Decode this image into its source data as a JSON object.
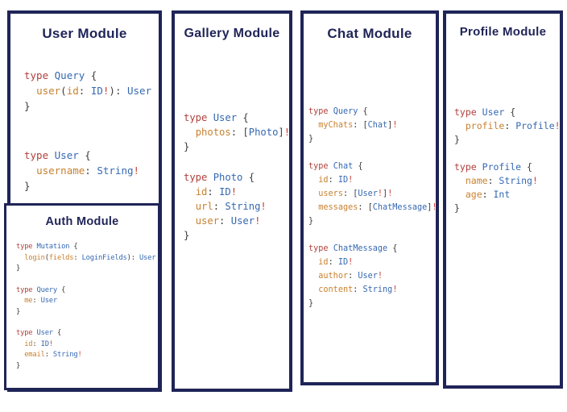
{
  "colors": {
    "navy": "#1f2457",
    "keyword": "#b0413c",
    "type": "#3568b2",
    "field": "#c8812f",
    "bang": "#c6403a",
    "punct": "#3c3c3c",
    "bg": "#ffffff"
  },
  "diagram": {
    "modules": [
      {
        "id": "user",
        "title": "User Module",
        "blocks": [
          [
            [
              [
                "k",
                "type"
              ],
              [
                "p",
                " "
              ],
              [
                "t",
                "Query"
              ],
              [
                "p",
                " {"
              ]
            ],
            [
              [
                "p",
                "  "
              ],
              [
                "f",
                "user"
              ],
              [
                "p",
                "("
              ],
              [
                "f",
                "id"
              ],
              [
                "p",
                ": "
              ],
              [
                "t",
                "ID"
              ],
              [
                "b",
                "!"
              ],
              [
                "p",
                "): "
              ],
              [
                "t",
                "User"
              ]
            ],
            [
              [
                "p",
                "}"
              ]
            ]
          ],
          [
            [
              [
                "k",
                "type"
              ],
              [
                "p",
                " "
              ],
              [
                "t",
                "User"
              ],
              [
                "p",
                " {"
              ]
            ],
            [
              [
                "p",
                "  "
              ],
              [
                "f",
                "username"
              ],
              [
                "p",
                ": "
              ],
              [
                "t",
                "String"
              ],
              [
                "b",
                "!"
              ]
            ],
            [
              [
                "p",
                "}"
              ]
            ]
          ]
        ]
      },
      {
        "id": "gallery",
        "title": "Gallery Module",
        "blocks": [
          [
            [
              [
                "k",
                "type"
              ],
              [
                "p",
                " "
              ],
              [
                "t",
                "User"
              ],
              [
                "p",
                " {"
              ]
            ],
            [
              [
                "p",
                "  "
              ],
              [
                "f",
                "photos"
              ],
              [
                "p",
                ": ["
              ],
              [
                "t",
                "Photo"
              ],
              [
                "p",
                "]"
              ],
              [
                "b",
                "!"
              ]
            ],
            [
              [
                "p",
                "}"
              ]
            ]
          ],
          [
            [
              [
                "k",
                "type"
              ],
              [
                "p",
                " "
              ],
              [
                "t",
                "Photo"
              ],
              [
                "p",
                " {"
              ]
            ],
            [
              [
                "p",
                "  "
              ],
              [
                "f",
                "id"
              ],
              [
                "p",
                ": "
              ],
              [
                "t",
                "ID"
              ],
              [
                "b",
                "!"
              ]
            ],
            [
              [
                "p",
                "  "
              ],
              [
                "f",
                "url"
              ],
              [
                "p",
                ": "
              ],
              [
                "t",
                "String"
              ],
              [
                "b",
                "!"
              ]
            ],
            [
              [
                "p",
                "  "
              ],
              [
                "f",
                "user"
              ],
              [
                "p",
                ": "
              ],
              [
                "t",
                "User"
              ],
              [
                "b",
                "!"
              ]
            ],
            [
              [
                "p",
                "}"
              ]
            ]
          ]
        ]
      },
      {
        "id": "chat",
        "title": "Chat Module",
        "blocks": [
          [
            [
              [
                "k",
                "type"
              ],
              [
                "p",
                " "
              ],
              [
                "t",
                "Query"
              ],
              [
                "p",
                " {"
              ]
            ],
            [
              [
                "p",
                "  "
              ],
              [
                "f",
                "myChats"
              ],
              [
                "p",
                ": ["
              ],
              [
                "t",
                "Chat"
              ],
              [
                "p",
                "]"
              ],
              [
                "b",
                "!"
              ]
            ],
            [
              [
                "p",
                "}"
              ]
            ]
          ],
          [
            [
              [
                "k",
                "type"
              ],
              [
                "p",
                " "
              ],
              [
                "t",
                "Chat"
              ],
              [
                "p",
                " {"
              ]
            ],
            [
              [
                "p",
                "  "
              ],
              [
                "f",
                "id"
              ],
              [
                "p",
                ": "
              ],
              [
                "t",
                "ID"
              ],
              [
                "b",
                "!"
              ]
            ],
            [
              [
                "p",
                "  "
              ],
              [
                "f",
                "users"
              ],
              [
                "p",
                ": ["
              ],
              [
                "t",
                "User"
              ],
              [
                "b",
                "!"
              ],
              [
                "p",
                "]"
              ],
              [
                "b",
                "!"
              ]
            ],
            [
              [
                "p",
                "  "
              ],
              [
                "f",
                "messages"
              ],
              [
                "p",
                ": ["
              ],
              [
                "t",
                "ChatMessage"
              ],
              [
                "p",
                "]"
              ],
              [
                "b",
                "!"
              ]
            ],
            [
              [
                "p",
                "}"
              ]
            ]
          ],
          [
            [
              [
                "k",
                "type"
              ],
              [
                "p",
                " "
              ],
              [
                "t",
                "ChatMessage"
              ],
              [
                "p",
                " {"
              ]
            ],
            [
              [
                "p",
                "  "
              ],
              [
                "f",
                "id"
              ],
              [
                "p",
                ": "
              ],
              [
                "t",
                "ID"
              ],
              [
                "b",
                "!"
              ]
            ],
            [
              [
                "p",
                "  "
              ],
              [
                "f",
                "author"
              ],
              [
                "p",
                ": "
              ],
              [
                "t",
                "User"
              ],
              [
                "b",
                "!"
              ]
            ],
            [
              [
                "p",
                "  "
              ],
              [
                "f",
                "content"
              ],
              [
                "p",
                ": "
              ],
              [
                "t",
                "String"
              ],
              [
                "b",
                "!"
              ]
            ],
            [
              [
                "p",
                "}"
              ]
            ]
          ]
        ]
      },
      {
        "id": "profile",
        "title": "Profile Module",
        "blocks": [
          [
            [
              [
                "k",
                "type"
              ],
              [
                "p",
                " "
              ],
              [
                "t",
                "User"
              ],
              [
                "p",
                " {"
              ]
            ],
            [
              [
                "p",
                "  "
              ],
              [
                "f",
                "profile"
              ],
              [
                "p",
                ": "
              ],
              [
                "t",
                "Profile"
              ],
              [
                "b",
                "!"
              ]
            ],
            [
              [
                "p",
                "}"
              ]
            ]
          ],
          [
            [
              [
                "k",
                "type"
              ],
              [
                "p",
                " "
              ],
              [
                "t",
                "Profile"
              ],
              [
                "p",
                " {"
              ]
            ],
            [
              [
                "p",
                "  "
              ],
              [
                "f",
                "name"
              ],
              [
                "p",
                ": "
              ],
              [
                "t",
                "String"
              ],
              [
                "b",
                "!"
              ]
            ],
            [
              [
                "p",
                "  "
              ],
              [
                "f",
                "age"
              ],
              [
                "p",
                ": "
              ],
              [
                "t",
                "Int"
              ]
            ],
            [
              [
                "p",
                "}"
              ]
            ]
          ]
        ]
      }
    ],
    "auth": {
      "id": "auth",
      "title": "Auth Module",
      "blocks": [
        [
          [
            [
              "k",
              "type"
            ],
            [
              "p",
              " "
            ],
            [
              "t",
              "Mutation"
            ],
            [
              "p",
              " {"
            ]
          ],
          [
            [
              "p",
              "  "
            ],
            [
              "f",
              "login"
            ],
            [
              "p",
              "("
            ],
            [
              "f",
              "fields"
            ],
            [
              "p",
              ": "
            ],
            [
              "t",
              "LoginFields"
            ],
            [
              "p",
              "): "
            ],
            [
              "t",
              "User"
            ]
          ],
          [
            [
              "p",
              "}"
            ]
          ]
        ],
        [
          [
            [
              "k",
              "type"
            ],
            [
              "p",
              " "
            ],
            [
              "t",
              "Query"
            ],
            [
              "p",
              " {"
            ]
          ],
          [
            [
              "p",
              "  "
            ],
            [
              "f",
              "me"
            ],
            [
              "p",
              ": "
            ],
            [
              "t",
              "User"
            ]
          ],
          [
            [
              "p",
              "}"
            ]
          ]
        ],
        [
          [
            [
              "k",
              "type"
            ],
            [
              "p",
              " "
            ],
            [
              "t",
              "User"
            ],
            [
              "p",
              " {"
            ]
          ],
          [
            [
              "p",
              "  "
            ],
            [
              "f",
              "id"
            ],
            [
              "p",
              ": "
            ],
            [
              "t",
              "ID"
            ],
            [
              "b",
              "!"
            ]
          ],
          [
            [
              "p",
              "  "
            ],
            [
              "f",
              "email"
            ],
            [
              "p",
              ": "
            ],
            [
              "t",
              "String"
            ],
            [
              "b",
              "!"
            ]
          ],
          [
            [
              "p",
              "}"
            ]
          ]
        ]
      ]
    }
  }
}
